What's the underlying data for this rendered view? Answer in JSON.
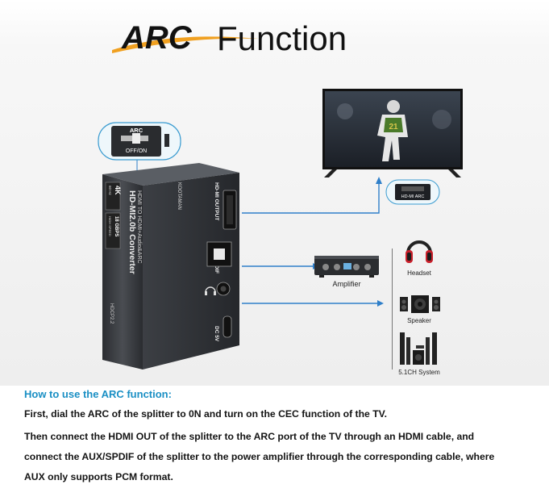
{
  "title": {
    "arc": "ARC",
    "function": "Function"
  },
  "device": {
    "brand": "KOOTAMAN",
    "model": "HD-MI2.0b Converter",
    "description": "HDMI TO HDMI+Audio&ARC",
    "hdmi_output_label": "HD-MI OUTPUT",
    "spdif_label": "SPDIF",
    "dc_label": "DC 5V",
    "badge_4k": "4K",
    "badge_4k_sub": "60 Hz",
    "badge_gbps": "18 GBPS",
    "badge_gbps_sub": "HIGH SPEED",
    "hdcp_label": "HDCP2.2"
  },
  "switch_callout": {
    "label": "ARC",
    "state": "OFF/ON"
  },
  "tv_port": {
    "label": "HD-MI ARC"
  },
  "amplifier": {
    "label": "Amplifier"
  },
  "peripherals": [
    {
      "label": "Headset"
    },
    {
      "label": "Speaker"
    },
    {
      "label": "5.1CH System"
    }
  ],
  "instructions": {
    "heading": "How to use the ARC function:",
    "lines": [
      "First, dial the ARC of the splitter to 0N and turn on the CEC function of the TV.",
      "Then connect the HDMI OUT of the splitter to the ARC port of the TV through an HDMI cable, and",
      "connect the AUX/SPDIF of the splitter to the power amplifier through the corresponding cable, where",
      "AUX only supports PCM format."
    ]
  },
  "colors": {
    "accent_orange": "#f0a020",
    "heading_blue": "#1a8fc4",
    "connector_blue": "#2f7fc9",
    "device_gray": "#3a3d41"
  }
}
